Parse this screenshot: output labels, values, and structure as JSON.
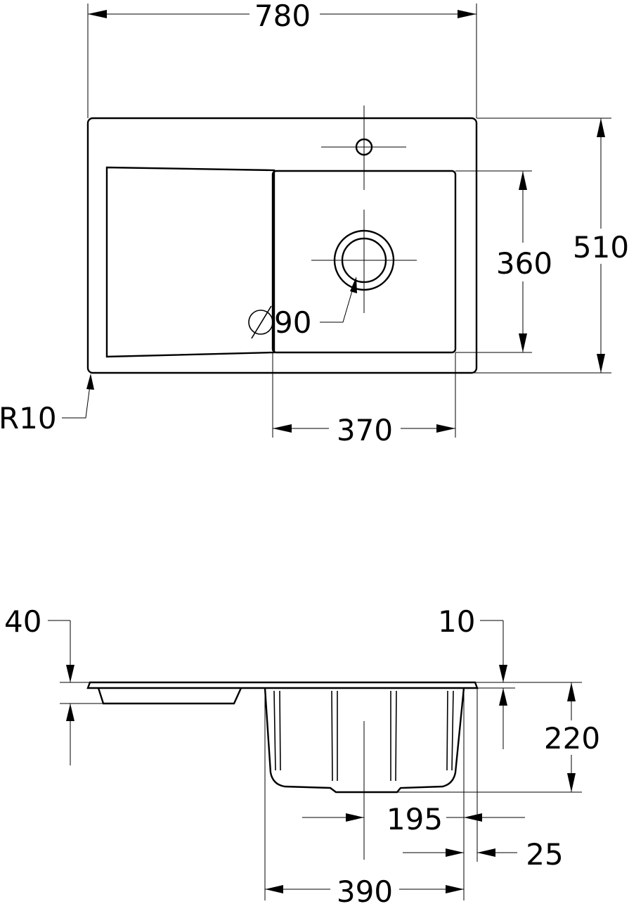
{
  "top_view": {
    "overall_width": "780",
    "overall_depth": "510",
    "bowl_depth": "360",
    "bowl_width": "370",
    "drain_diameter": "90",
    "corner_radius": "R10"
  },
  "side_view": {
    "rim_left": "40",
    "rim_right": "10",
    "bowl_height": "220",
    "offset": "195",
    "edge": "25",
    "bowl_width": "390"
  }
}
